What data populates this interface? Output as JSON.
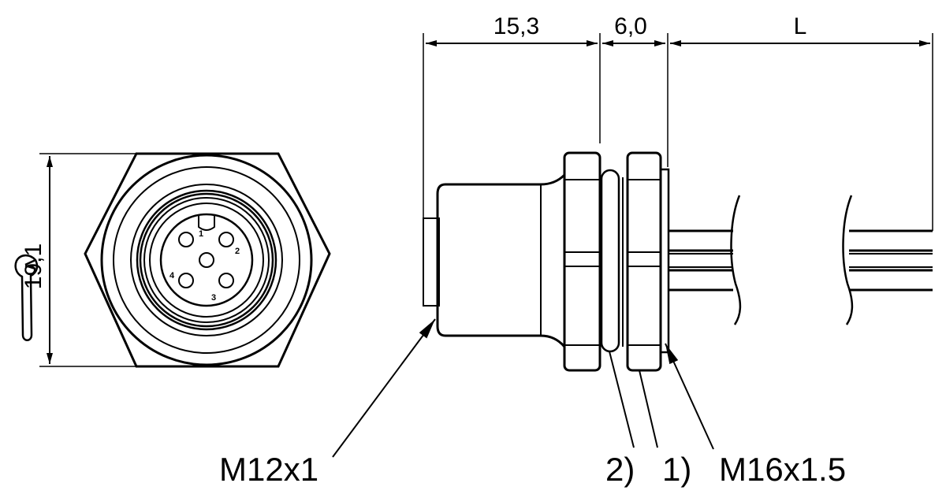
{
  "dimensions": {
    "width_across_flats": "19,1",
    "length_front": "15,3",
    "length_mid": "6,0",
    "length_cable": "L"
  },
  "pins": [
    "1",
    "2",
    "3",
    "4"
  ],
  "callouts": {
    "front_thread": "M12x1",
    "note_2": "2)",
    "note_1": "1)",
    "rear_thread": "M16x1.5"
  },
  "icons": [
    "wrench-icon"
  ]
}
